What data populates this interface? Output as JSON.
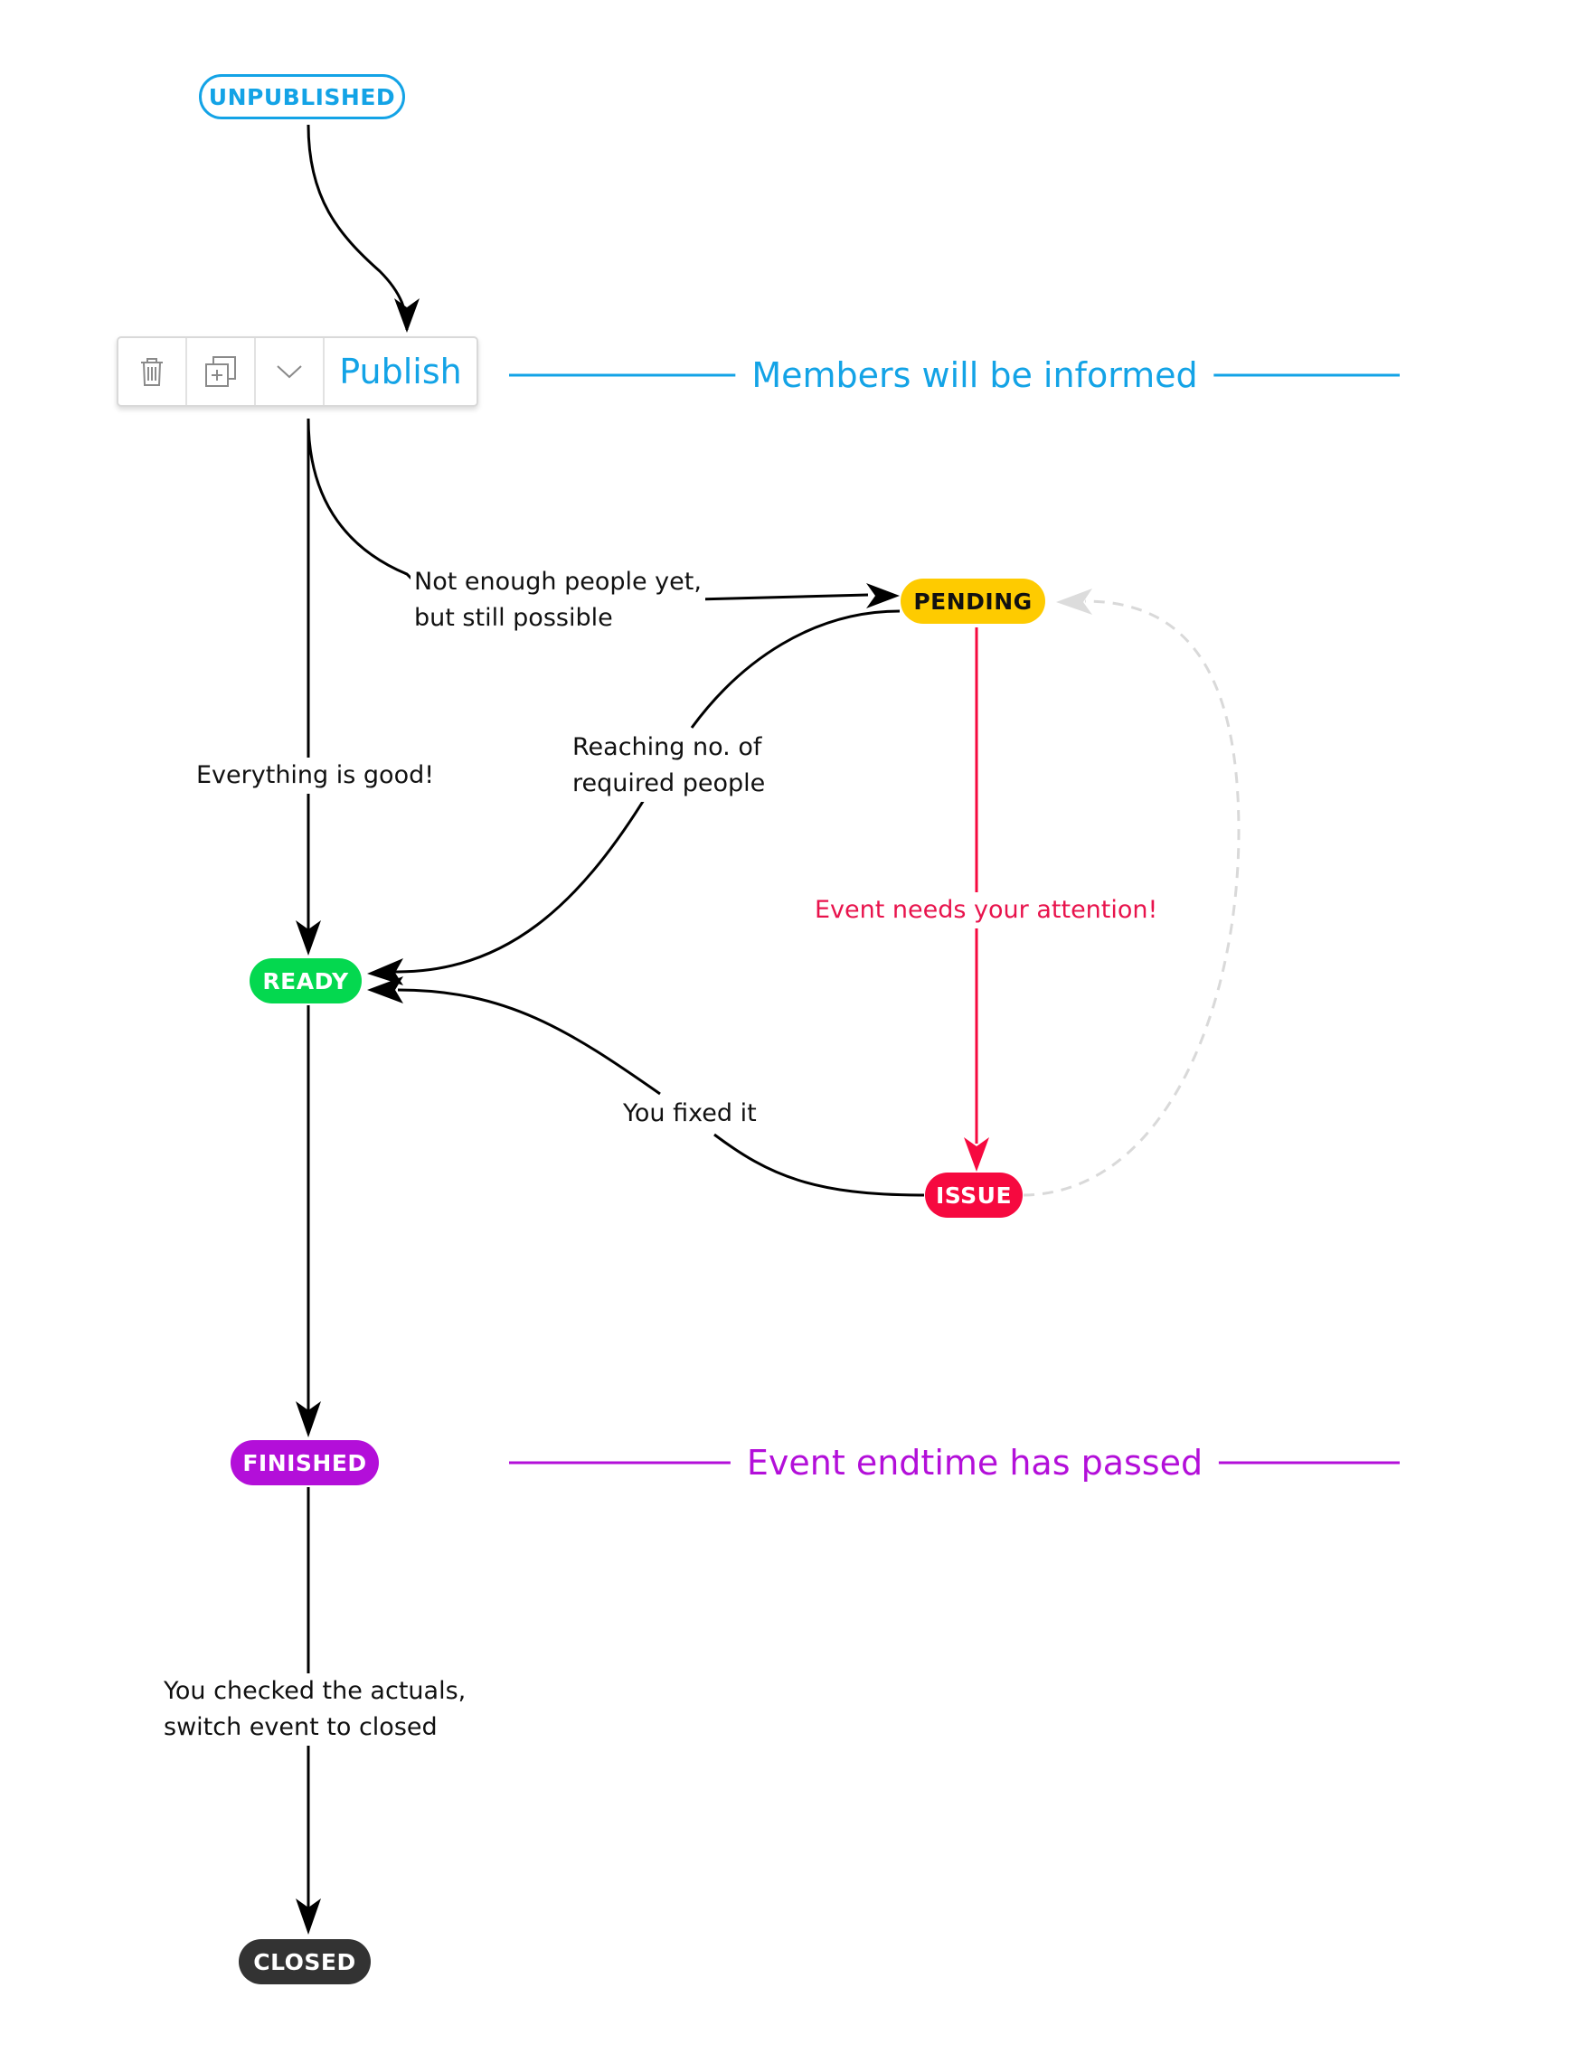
{
  "states": {
    "unpublished": "UNPUBLISHED",
    "pending": "PENDING",
    "ready": "READY",
    "issue": "ISSUE",
    "finished": "FINISHED",
    "closed": "CLOSED"
  },
  "toolbar": {
    "delete_icon": "trash-icon",
    "duplicate_icon": "duplicate-icon",
    "more_icon": "chevron-down-icon",
    "publish_label": "Publish"
  },
  "transitions": {
    "not_enough": [
      "Not enough people yet,",
      "but still possible"
    ],
    "everything_good": "Everything is good!",
    "reaching": [
      "Reaching no. of",
      "required people"
    ],
    "attention": "Event needs your attention!",
    "fixed": "You fixed it",
    "checked": [
      "You checked the actuals,",
      "switch event to closed"
    ]
  },
  "side_notes": {
    "members_informed": "Members will be informed",
    "endtime_passed": "Event endtime has passed"
  },
  "colors": {
    "unpublished": "#13a3e6",
    "pending": "#fecb00",
    "ready": "#04d84f",
    "issue": "#f6093f",
    "finished": "#b30fd9",
    "closed": "#333333",
    "attention": "#e8134c",
    "dashed": "#d9d9d9"
  }
}
